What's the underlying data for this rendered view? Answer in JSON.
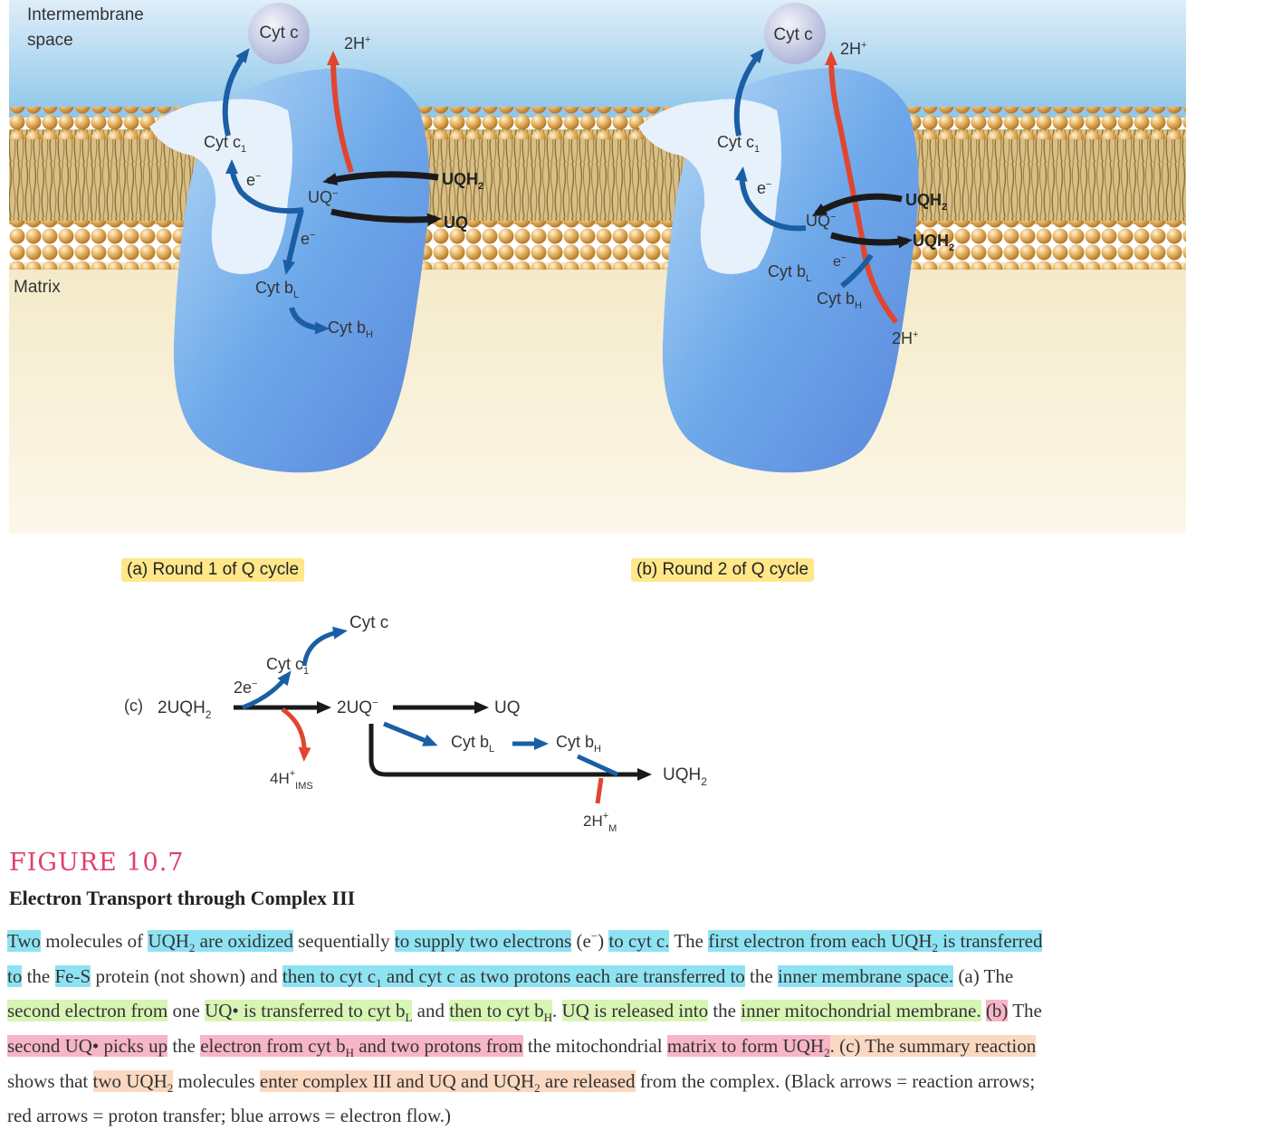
{
  "figure": {
    "panel_a": {
      "labels": {
        "intermembrane": [
          "Intermembrane",
          "space"
        ],
        "matrix": "Matrix",
        "cyt_c": "Cyt c",
        "two_h": "2H",
        "cyt_c1": "Cyt c",
        "e1": "e",
        "uq_minus": "UQ",
        "uqh2": "UQH",
        "uq": "UQ",
        "e2": "e",
        "cyt_bl": "Cyt b",
        "cyt_bh": "Cyt b"
      },
      "caption": "(a) Round 1 of Q cycle"
    },
    "panel_b": {
      "labels": {
        "cyt_c": "Cyt c",
        "two_h_top": "2H",
        "cyt_c1": "Cyt c",
        "e1": "e",
        "uq_minus": "UQ",
        "uqh2_in": "UQH",
        "uqh2_out": "UQH",
        "cyt_bl": "Cyt b",
        "e2": "e",
        "cyt_bh": "Cyt b",
        "two_h_bottom": "2H"
      },
      "caption": "(b) Round 2 of Q cycle"
    },
    "panel_c": {
      "labels": {
        "c": "(c)",
        "two_uqh2": "2UQH",
        "two_e": "2e",
        "cyt_c1": "Cyt c",
        "cyt_c": "Cyt c",
        "two_uq_minus": "2UQ",
        "uq": "UQ",
        "four_h": "4H",
        "ims": "IMS",
        "cyt_bl": "Cyt b",
        "cyt_bh": "Cyt b",
        "uqh2": "UQH",
        "two_h": "2H",
        "m": "M"
      }
    },
    "subscripts": {
      "two": "2",
      "one": "1",
      "L": "L",
      "H": "H"
    },
    "superscripts": {
      "plus": "+",
      "minus": "−"
    }
  },
  "caption": {
    "number": "FIGURE 10.7",
    "title": "Electron Transport through Complex III",
    "body": {
      "s01": "Two",
      "s02": " molecules of ",
      "s03": "UQH",
      "s04": "2",
      "s05": " are oxidized",
      "s06": " sequentially ",
      "s07": "to supply two electrons",
      "s08": " (e",
      "s09": "−",
      "s10": ") ",
      "s11": "to cyt c.",
      "s12": " The ",
      "s13": "first electron from each UQH",
      "s14": "2",
      "s15": " is transferred",
      "s16": "to",
      "s17": " the ",
      "s18": "Fe-S",
      "s19": " protein (not shown) and ",
      "s20": "then to cyt c",
      "s21": "1",
      "s22": " and cyt c as two protons each are transferred to",
      "s23": " the ",
      "s24": "inner membrane space.",
      "s25": " (a) The",
      "s26": "second electron from",
      "s27": " one ",
      "s28": "UQ• is transferred to cyt b",
      "s29": "L",
      "s30": " and ",
      "s31": "then to cyt b",
      "s32": "H",
      "s33": ". ",
      "s34": "UQ is released into",
      "s35": " the ",
      "s36": "inner mitochondrial membrane.",
      "s37": " ",
      "s38": "(b)",
      "s39": " The",
      "s40": "second UQ• picks up",
      "s41": " the ",
      "s42": "electron from cyt b",
      "s43": "H",
      "s44": " and two protons from",
      "s45": " the mitochondrial ",
      "s46": "matrix to form UQH",
      "s47": "2",
      "s48": ". (c) The summary reaction",
      "s49": "shows that ",
      "s50": "two UQH",
      "s51": "2",
      "s52": " molecules ",
      "s53": "enter complex III and UQ and UQH",
      "s54": "2",
      "s55": " are released",
      "s56": " from the complex. (Black arrows = reaction arrows;",
      "s57": "red arrows = proton transfer; blue arrows = electron flow.)"
    }
  }
}
